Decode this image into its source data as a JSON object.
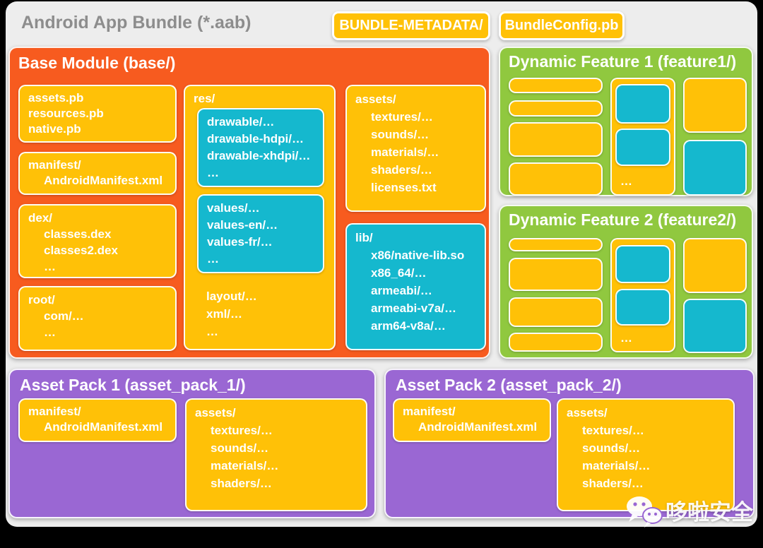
{
  "title": "Android App Bundle (*.aab)",
  "chips": {
    "metadata": "BUNDLE-METADATA/",
    "config": "BundleConfig.pb"
  },
  "base": {
    "title": "Base Module (base/)",
    "pb": [
      "assets.pb",
      "resources.pb",
      "native.pb"
    ],
    "manifest": [
      "manifest/",
      "AndroidManifest.xml"
    ],
    "dex": [
      "dex/",
      "classes.dex",
      "classes2.dex",
      "…"
    ],
    "root": [
      "root/",
      "com/…",
      "…"
    ],
    "res": {
      "label": "res/",
      "drawable": [
        "drawable/…",
        "drawable-hdpi/…",
        "drawable-xhdpi/…",
        "…"
      ],
      "values": [
        "values/…",
        "values-en/…",
        "values-fr/…",
        "…"
      ],
      "tail": [
        "layout/…",
        "xml/…",
        "…"
      ]
    },
    "assets": [
      "assets/",
      "textures/…",
      "sounds/…",
      "materials/…",
      "shaders/…",
      "licenses.txt"
    ],
    "lib": [
      "lib/",
      "x86/native-lib.so",
      "x86_64/…",
      "armeabi/…",
      "armeabi-v7a/…",
      "arm64-v8a/…"
    ]
  },
  "feature1": {
    "title": "Dynamic Feature 1 (feature1/)",
    "more": "…"
  },
  "feature2": {
    "title": "Dynamic Feature 2 (feature2/)",
    "more": "…"
  },
  "asset_pack_1": {
    "title": "Asset Pack 1 (asset_pack_1/)",
    "manifest": [
      "manifest/",
      "AndroidManifest.xml"
    ],
    "assets": [
      "assets/",
      "textures/…",
      "sounds/…",
      "materials/…",
      "shaders/…"
    ]
  },
  "asset_pack_2": {
    "title": "Asset Pack 2 (asset_pack_2/)",
    "manifest": [
      "manifest/",
      "AndroidManifest.xml"
    ],
    "assets": [
      "assets/",
      "textures/…",
      "sounds/…",
      "materials/…",
      "shaders/…"
    ]
  },
  "watermark": {
    "text": "哆啦安全",
    "icon": "wechat-icon"
  },
  "colors": {
    "orange": "#F75B1F",
    "amber": "#FFC107",
    "cyan": "#15B8CE",
    "green": "#90C83F",
    "purple": "#9A67D3",
    "card_bg": "#EDEDED",
    "title_gray": "#8D8D8D",
    "background": "#000000"
  }
}
